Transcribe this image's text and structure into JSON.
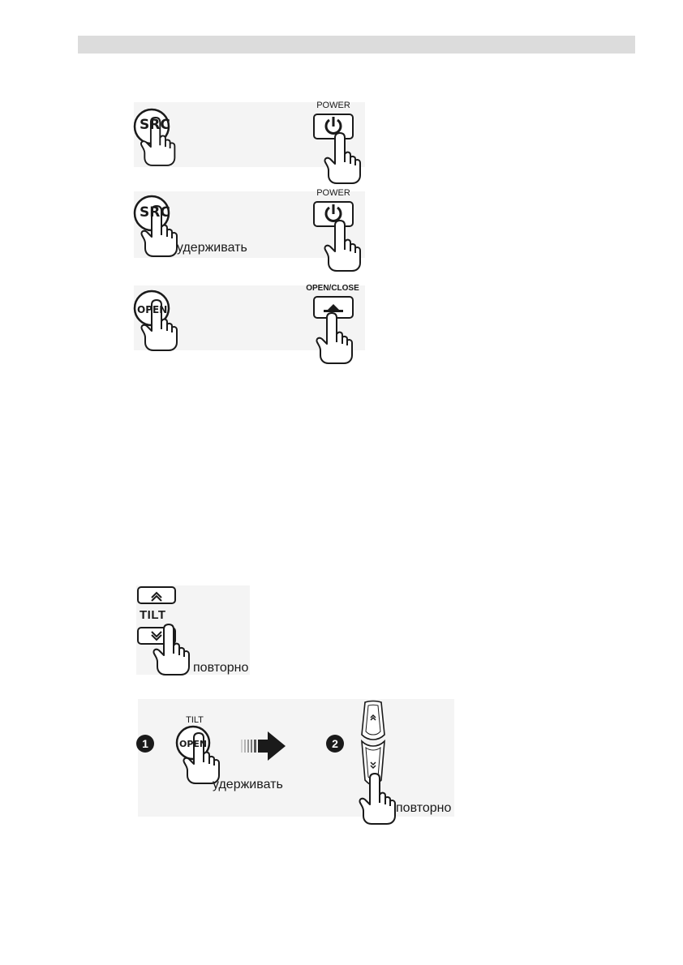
{
  "header": {
    "bar_color": "#dcdcdc"
  },
  "row1": {
    "src_button": "SRC",
    "power_caption": "POWER",
    "icons": [
      "hand-press-icon",
      "power-icon"
    ]
  },
  "row2": {
    "src_button": "SRC",
    "hold_text": "удерживать",
    "power_caption": "POWER"
  },
  "row3": {
    "open_button": "OPEN",
    "openclose_caption": "OPEN/CLOSE",
    "icons": [
      "eject-icon"
    ]
  },
  "tilt_panel": {
    "tilt_label": "TILT",
    "repeat_text": "повторно",
    "icons": [
      "double-chevron-up-icon",
      "double-chevron-down-icon"
    ]
  },
  "remote_panel": {
    "step1": "1",
    "tilt_caption": "TILT",
    "open_button": "OPEN",
    "hold_text": "удерживать",
    "step2": "2",
    "repeat_text": "повторно",
    "icons": [
      "arrow-right-icon",
      "remote-tilt-rocker-icon"
    ]
  }
}
